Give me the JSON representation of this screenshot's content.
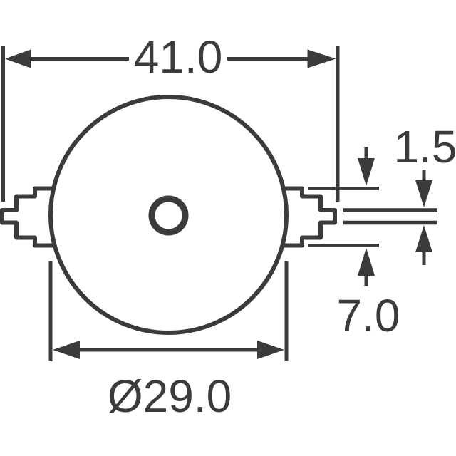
{
  "drawing": {
    "ink_color": "#3b3b3d",
    "background_color": "#ffffff",
    "dimensions": {
      "overall_width": {
        "label": "41.0"
      },
      "body_diameter": {
        "label": "Ø29.0"
      },
      "lead_thickness": {
        "label": "1.5"
      },
      "tab_height": {
        "label": "7.0"
      }
    }
  }
}
